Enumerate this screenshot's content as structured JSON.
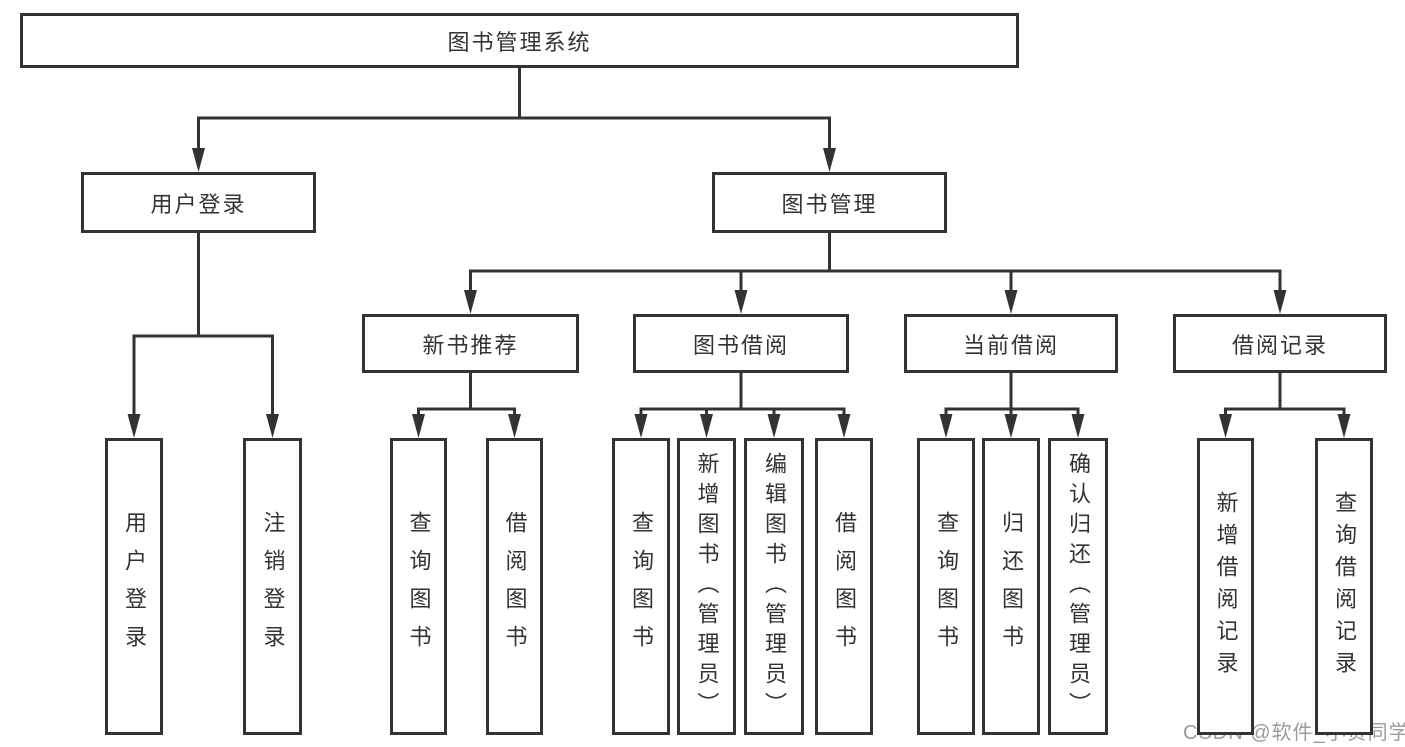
{
  "diagram": {
    "title": "图书管理系统",
    "nodes": [
      {
        "id": "root",
        "label": "图书管理系统",
        "parent": null
      },
      {
        "id": "user-login-module",
        "label": "用户登录",
        "parent": "root"
      },
      {
        "id": "book-mgmt-module",
        "label": "图书管理",
        "parent": "root"
      },
      {
        "id": "new-book-rec",
        "label": "新书推荐",
        "parent": "book-mgmt-module"
      },
      {
        "id": "book-borrow",
        "label": "图书借阅",
        "parent": "book-mgmt-module"
      },
      {
        "id": "current-borrow",
        "label": "当前借阅",
        "parent": "book-mgmt-module"
      },
      {
        "id": "borrow-records",
        "label": "借阅记录",
        "parent": "book-mgmt-module"
      },
      {
        "id": "user-login-leaf",
        "label": "用户登录",
        "parent": "user-login-module"
      },
      {
        "id": "logout-leaf",
        "label": "注销登录",
        "parent": "user-login-module"
      },
      {
        "id": "query-books-rec",
        "label": "查询图书",
        "parent": "new-book-rec"
      },
      {
        "id": "borrow-books-rec",
        "label": "借阅图书",
        "parent": "new-book-rec"
      },
      {
        "id": "query-books-borrow",
        "label": "查询图书",
        "parent": "book-borrow"
      },
      {
        "id": "add-books-admin",
        "label": "新增图书（管理员）",
        "parent": "book-borrow"
      },
      {
        "id": "edit-books-admin",
        "label": "编辑图书（管理员）",
        "parent": "book-borrow"
      },
      {
        "id": "borrow-books-leaf",
        "label": "借阅图书",
        "parent": "book-borrow"
      },
      {
        "id": "query-books-current",
        "label": "查询图书",
        "parent": "current-borrow"
      },
      {
        "id": "return-books",
        "label": "归还图书",
        "parent": "current-borrow"
      },
      {
        "id": "confirm-return-admin",
        "label": "确认归还（管理员）",
        "parent": "current-borrow"
      },
      {
        "id": "add-borrow-record",
        "label": "新增借阅记录",
        "parent": "borrow-records"
      },
      {
        "id": "query-borrow-record",
        "label": "查询借阅记录",
        "parent": "borrow-records"
      }
    ]
  },
  "watermark": {
    "text": "CSDN @软件_小贺同学"
  },
  "colors": {
    "line": "#333333",
    "text": "#333333",
    "background": "#ffffff",
    "watermark": "#9b9b9b"
  }
}
